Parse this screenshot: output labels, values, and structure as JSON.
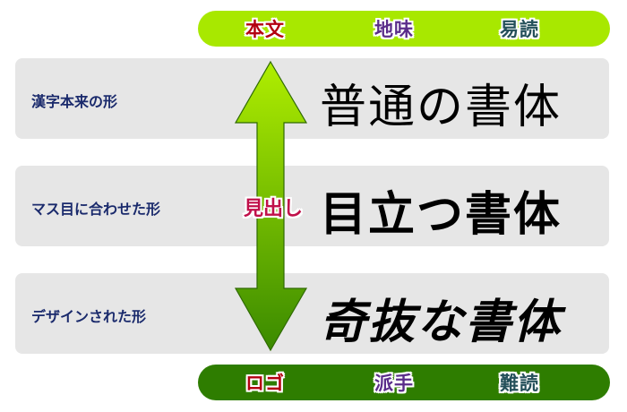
{
  "top_bar": {
    "items": [
      "本文",
      "地味",
      "易読"
    ]
  },
  "bottom_bar": {
    "items": [
      "ロゴ",
      "派手",
      "難読"
    ]
  },
  "rows": [
    {
      "label": "漢字本来の形",
      "sample": "普通の書体"
    },
    {
      "label": "マス目に合わせた形",
      "sample": "目立つ書体"
    },
    {
      "label": "デザインされた形",
      "sample": "奇抜な書体"
    }
  ],
  "arrow_label": "見出し"
}
